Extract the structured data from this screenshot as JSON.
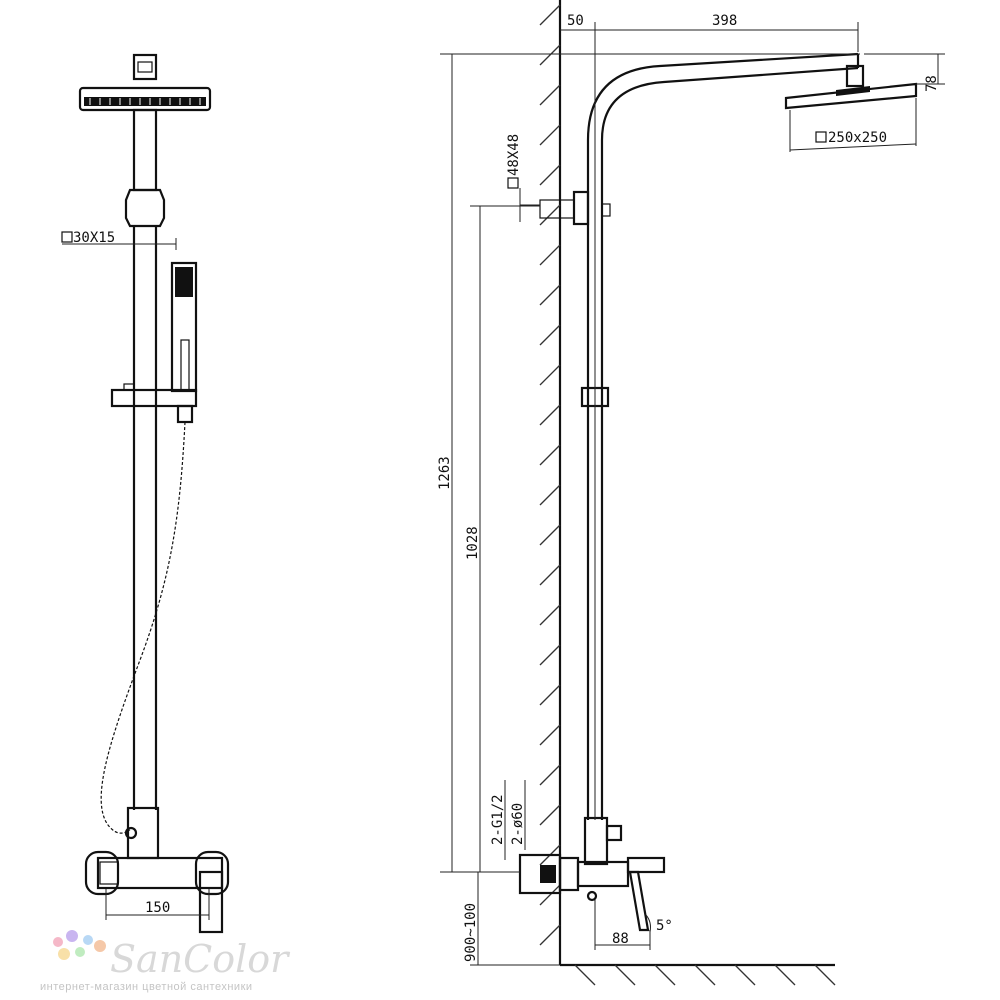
{
  "dimensions": {
    "hand_shower_bar": "30X15",
    "mixer_width": "150",
    "arm_offset": "50",
    "arm_length": "398",
    "head_height": "78",
    "head_size": "250x250",
    "bracket": "48X48",
    "total_height": "1263",
    "bracket_height": "1028",
    "inlet_thread": "2-G1/2",
    "escutcheon": "2-ø60",
    "install_height": "900~100",
    "outlet_depth": "88",
    "angle": "5°"
  },
  "watermark": {
    "brand": "SanColor",
    "tagline": "интернет-магазин цветной сантехники",
    "dot_colors": [
      "#f5b8c8",
      "#c9b5f0",
      "#b8d8f5",
      "#f8e0a8",
      "#c0ecc0",
      "#f5c8a8"
    ]
  }
}
